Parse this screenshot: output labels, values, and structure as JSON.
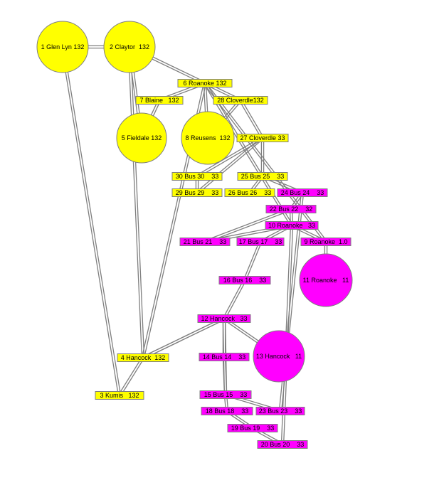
{
  "colors": {
    "kv132": "#ffff00",
    "kv33": "#ff00ff",
    "line": "#7f7f7f",
    "background": "#ffffff"
  },
  "buses": [
    {
      "id": "1",
      "label": "1 Glen Lyn 132",
      "shape": "circle",
      "group": "kv132"
    },
    {
      "id": "2",
      "label": "2 Claytor  132",
      "shape": "circle",
      "group": "kv132"
    },
    {
      "id": "3",
      "label": "3 Kumis   132",
      "shape": "rect",
      "group": "kv132"
    },
    {
      "id": "4",
      "label": "4 Hancock  132",
      "shape": "rect",
      "group": "kv132"
    },
    {
      "id": "5",
      "label": "5 Fieldale 132",
      "shape": "circle",
      "group": "kv132"
    },
    {
      "id": "6",
      "label": "6 Roanoke 132",
      "shape": "rect",
      "group": "kv132"
    },
    {
      "id": "7",
      "label": "7 Blaine   132",
      "shape": "rect",
      "group": "kv132"
    },
    {
      "id": "8",
      "label": "8 Reusens  132",
      "shape": "circle",
      "group": "kv132"
    },
    {
      "id": "9",
      "label": "9 Roanoke  1.0",
      "shape": "rect",
      "group": "kv33"
    },
    {
      "id": "10",
      "label": "10 Roanoke   33",
      "shape": "rect",
      "group": "kv33"
    },
    {
      "id": "11",
      "label": "11 Roanoke   11",
      "shape": "circle",
      "group": "kv33"
    },
    {
      "id": "12",
      "label": "12 Hancock   33",
      "shape": "rect",
      "group": "kv33"
    },
    {
      "id": "13",
      "label": "13 Hancock   11",
      "shape": "circle",
      "group": "kv33"
    },
    {
      "id": "14",
      "label": "14 Bus 14    33",
      "shape": "rect",
      "group": "kv33"
    },
    {
      "id": "15",
      "label": "15 Bus 15    33",
      "shape": "rect",
      "group": "kv33"
    },
    {
      "id": "16",
      "label": "16 Bus 16    33",
      "shape": "rect",
      "group": "kv33"
    },
    {
      "id": "17",
      "label": "17 Bus 17    33",
      "shape": "rect",
      "group": "kv33"
    },
    {
      "id": "18",
      "label": "18 Bus 18    33",
      "shape": "rect",
      "group": "kv33"
    },
    {
      "id": "19",
      "label": "19 Bus 19    33",
      "shape": "rect",
      "group": "kv33"
    },
    {
      "id": "20",
      "label": "20 Bus 20    33",
      "shape": "rect",
      "group": "kv33"
    },
    {
      "id": "21",
      "label": "21 Bus 21    33",
      "shape": "rect",
      "group": "kv33"
    },
    {
      "id": "22",
      "label": "22 Bus 22    32",
      "shape": "rect",
      "group": "kv33"
    },
    {
      "id": "23",
      "label": "23 Bus 23    33",
      "shape": "rect",
      "group": "kv33"
    },
    {
      "id": "24",
      "label": "24 Bus 24    33",
      "shape": "rect",
      "group": "kv33"
    },
    {
      "id": "25",
      "label": "25 Bus 25    33",
      "shape": "rect",
      "group": "kv132"
    },
    {
      "id": "26",
      "label": "26 Bus 26    33",
      "shape": "rect",
      "group": "kv132"
    },
    {
      "id": "27",
      "label": "27 Cloverdle 33",
      "shape": "rect",
      "group": "kv132"
    },
    {
      "id": "28",
      "label": "28 Cloverdle132",
      "shape": "rect",
      "group": "kv132"
    },
    {
      "id": "29",
      "label": "29 Bus 29    33",
      "shape": "rect",
      "group": "kv132"
    },
    {
      "id": "30",
      "label": "30 Bus 30    33",
      "shape": "rect",
      "group": "kv132"
    }
  ],
  "lines": [
    [
      "1",
      "2"
    ],
    [
      "1",
      "3"
    ],
    [
      "2",
      "4"
    ],
    [
      "2",
      "5"
    ],
    [
      "2",
      "6"
    ],
    [
      "3",
      "4"
    ],
    [
      "4",
      "6"
    ],
    [
      "4",
      "12"
    ],
    [
      "5",
      "7"
    ],
    [
      "6",
      "7"
    ],
    [
      "6",
      "8"
    ],
    [
      "6",
      "9"
    ],
    [
      "6",
      "10"
    ],
    [
      "6",
      "28"
    ],
    [
      "9",
      "11"
    ],
    [
      "9",
      "10"
    ],
    [
      "4",
      "12"
    ],
    [
      "12",
      "13"
    ],
    [
      "12",
      "14"
    ],
    [
      "12",
      "15"
    ],
    [
      "12",
      "16"
    ],
    [
      "14",
      "15"
    ],
    [
      "16",
      "17"
    ],
    [
      "15",
      "18"
    ],
    [
      "18",
      "19"
    ],
    [
      "19",
      "20"
    ],
    [
      "10",
      "20"
    ],
    [
      "10",
      "17"
    ],
    [
      "10",
      "21"
    ],
    [
      "10",
      "22"
    ],
    [
      "21",
      "22"
    ],
    [
      "15",
      "23"
    ],
    [
      "22",
      "24"
    ],
    [
      "23",
      "24"
    ],
    [
      "24",
      "25"
    ],
    [
      "25",
      "26"
    ],
    [
      "25",
      "27"
    ],
    [
      "28",
      "27"
    ],
    [
      "27",
      "29"
    ],
    [
      "27",
      "30"
    ],
    [
      "29",
      "30"
    ],
    [
      "8",
      "28"
    ]
  ]
}
